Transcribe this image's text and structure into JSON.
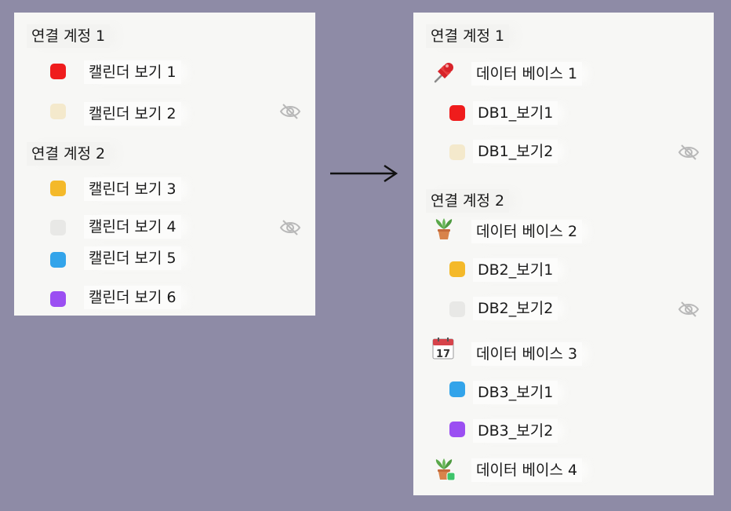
{
  "left": {
    "account1": "연결 계정 1",
    "account2": "연결 계정 2",
    "calendars": [
      {
        "label": "캘린더 보기 1",
        "color": "#ef1c1c",
        "hidden": false
      },
      {
        "label": "캘린더 보기 2",
        "color": "#f4e9cc",
        "hidden": true
      },
      {
        "label": "캘린더 보기 3",
        "color": "#f4b92a",
        "hidden": false
      },
      {
        "label": "캘린더 보기 4",
        "color": "#e8e8e6",
        "hidden": true
      },
      {
        "label": "캘린더 보기 5",
        "color": "#33a4ea",
        "hidden": false
      },
      {
        "label": "캘린더 보기 6",
        "color": "#9b4ff2",
        "hidden": false
      }
    ]
  },
  "right": {
    "account1": "연결 계정 1",
    "account2": "연결 계정 2",
    "databases": [
      {
        "label": "데이터 베이스 1",
        "icon": "pushpin-icon"
      },
      {
        "label": "데이터 베이스 2",
        "icon": "potted-plant-icon"
      },
      {
        "label": "데이터 베이스 3",
        "icon": "calendar-17-icon"
      },
      {
        "label": "데이터 베이스 4",
        "icon": "potted-plant-green-badge-icon"
      }
    ],
    "views": [
      {
        "label": "DB1_보기1",
        "color": "#ef1c1c",
        "hidden": false
      },
      {
        "label": "DB1_보기2",
        "color": "#f4e9cc",
        "hidden": true
      },
      {
        "label": "DB2_보기1",
        "color": "#f4b92a",
        "hidden": false
      },
      {
        "label": "DB2_보기2",
        "color": "#e8e8e6",
        "hidden": true
      },
      {
        "label": "DB3_보기1",
        "color": "#33a4ea",
        "hidden": false
      },
      {
        "label": "DB3_보기2",
        "color": "#9b4ff2",
        "hidden": false
      }
    ]
  },
  "arrow": "right-arrow-icon"
}
